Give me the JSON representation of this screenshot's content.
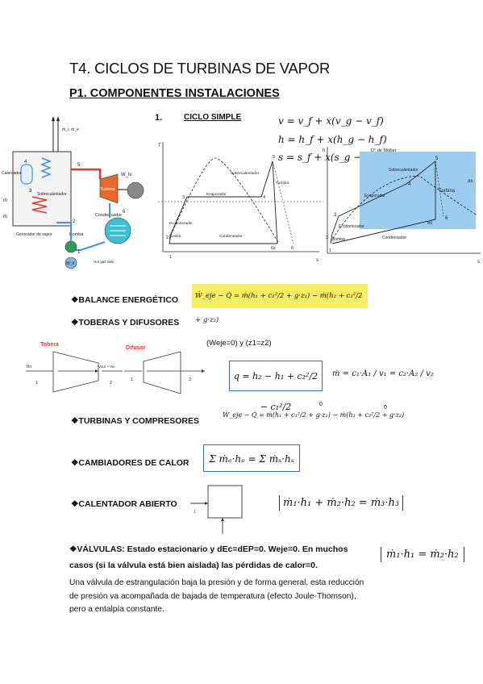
{
  "header": {
    "title": "T4. CICLOS DE TURBINAS DE VAPOR",
    "subtitle": "P1. COMPONENTES INSTALACIONES"
  },
  "plant_diagram": {
    "labels": {
      "calentador": "Calentador",
      "sobrecalentador": "Sobrecalentador",
      "generador": "Generador de vapor",
      "turbina": "Turbina",
      "condensador": "Condensador",
      "bomba": "Bomba",
      "hot_water": "Hot gas side",
      "wt": "W_tv",
      "wb": "W_b",
      "mdot": "ṁ",
      "top_label": "ṁ_r, ṁ_e"
    },
    "points": [
      "1",
      "2",
      "3",
      "4",
      "5",
      "6"
    ]
  },
  "section1": {
    "number": "1.",
    "label": "CICLO SIMPLE"
  },
  "equations_top": {
    "v": "v = v_f + x(v_g − v_f)",
    "h": "h = h_f + x(h_g − h_f)",
    "s": "s = s_f + x(s_g − s_f)"
  },
  "ts_diagram": {
    "labels": {
      "sobrecalentador": "Sobrecalentador",
      "turbina": "Turbina",
      "evaporador": "Evaporador",
      "economizador": "Economizador",
      "bomba": "Bomba",
      "condensador": "Condensador"
    },
    "points": [
      "1",
      "2",
      "3",
      "4",
      "5",
      "6",
      "6s"
    ],
    "axis_t": "T",
    "axis_s": "s"
  },
  "hs_diagram": {
    "title": "D° de Mollier",
    "labels": {
      "sobrecalentador": "Sobrecalentador",
      "turbina": "Turbina",
      "evaporador": "Evaporador",
      "economizador": "Economizador",
      "bomba": "Bomba",
      "condensador": "Condensador"
    },
    "points": [
      "1",
      "2",
      "3",
      "4",
      "5",
      "6",
      "6s"
    ],
    "axis_h": "h",
    "axis_s": "s",
    "hv": "Δh"
  },
  "balance": {
    "label": "❖BALANCE ENERGÉTICO",
    "equation": "Ẇ_eje − Q̇ = ṁ(h₁ + c₁²/2 + g·z₁) − ṁ(h₂ + c₂²/2 + g·z₂)"
  },
  "toberas": {
    "label": "❖TOBERAS Y DIFUSORES",
    "note": "(Weje=0) y (z1=z2)",
    "tobera_label": "Tobera",
    "difusor_label": "Difusor",
    "eq_q": "q = h₂ − h₁ + c₂²/2 − c₁²/2",
    "eq_m": "ṁ = c₁·A₁ / v₁ = c₂·A₂ / v₂",
    "inlet": "1",
    "outlet": "2",
    "vin": "Vin",
    "vout": "Vout > Vin"
  },
  "turbinas": {
    "label": "❖TURBINAS Y COMPRESORES",
    "equation": "Ẇ_eje − Q̇ = ṁ(h₁ + c₁²/2 + g·z₁) − ṁ(h₂ + c₂²/2 + g·z₂)",
    "zero": "0"
  },
  "cambiadores": {
    "label": "❖CAMBIADORES DE CALOR",
    "equation": "Σ ṁₑ·hₑ = Σ ṁₛ·hₛ",
    "sub_e": "e",
    "sub_s": "s"
  },
  "calentador": {
    "label": "❖CALENTADOR ABIERTO",
    "equation": "ṁ₁·h₁ + ṁ₂·h₂ = ṁ₃·h₃",
    "inlet": "1"
  },
  "valvulas": {
    "line1": "❖VÁLVULAS: Estado estacionario y dEc=dEP=0. Weje=0. En muchos",
    "line2": "casos (si la válvula está bien aislada) las pérdidas de calor=0.",
    "equation": "ṁ₁·h₁ = ṁ₂·h₂"
  },
  "paragraph": {
    "line1": "Una válvula de estrangulación baja la presión y de forma general, esta reducción",
    "line2": "de presión va acompañada de bajada de temperatura (efecto Joule-Thomson),",
    "line3": "pero a entalpía constante."
  },
  "colors": {
    "blue_box": "#3a6fb5",
    "highlight": "#f5ee62",
    "mollier_fill": "#9ccdf0",
    "red_pipe": "#e03a2f",
    "blue_pipe": "#4a8ed8",
    "condenser": "#3dbfd6",
    "pump": "#2e9e5a"
  }
}
